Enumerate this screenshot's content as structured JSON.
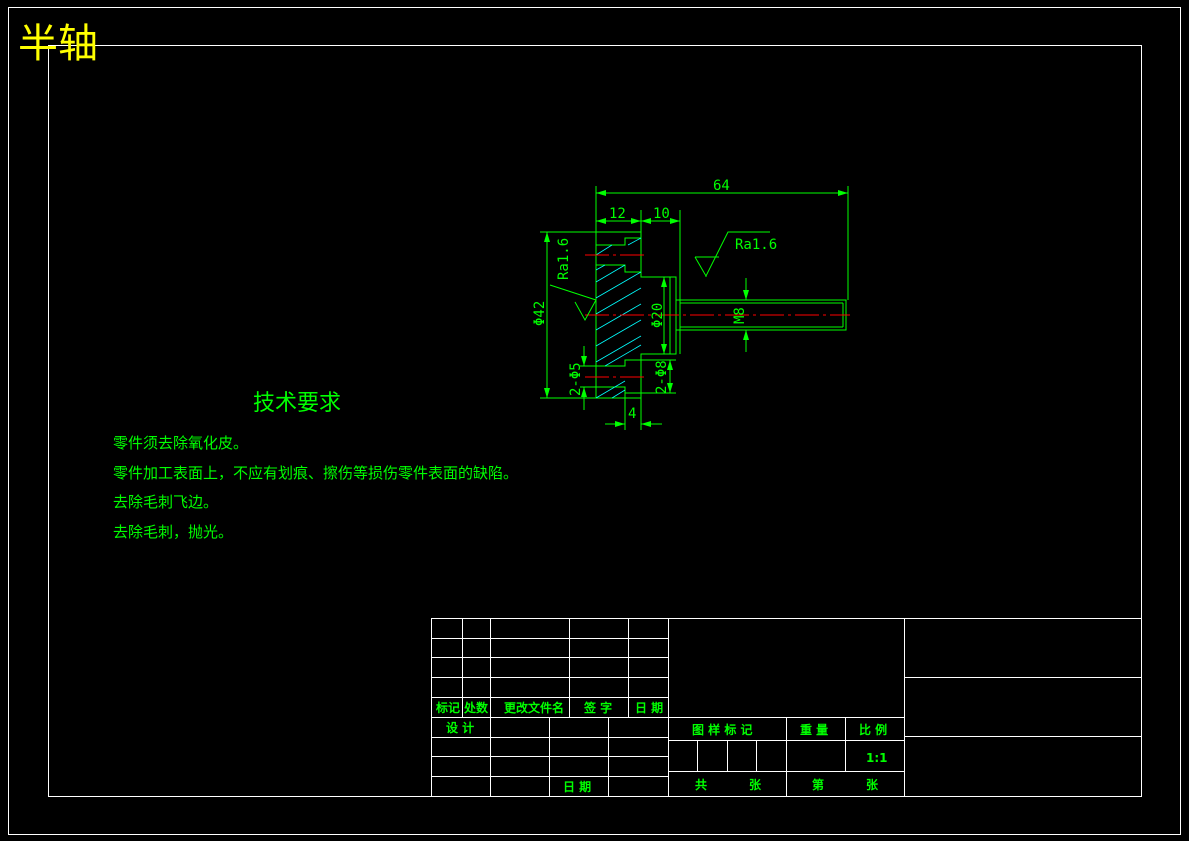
{
  "drawing": {
    "title": "半轴",
    "colors": {
      "background": "#000000",
      "frame": "#ffffff",
      "geometry": "#00ff00",
      "centerline": "#ff0000",
      "hatch": "#00ffff",
      "title": "#ffff00"
    },
    "dimensions": {
      "overall_length": "64",
      "flange_width": "12",
      "step_width": "10",
      "flange_diameter": "Φ42",
      "shaft_diameter": "Φ20",
      "thread": "M8",
      "hole_small": "2-Φ5",
      "hole_large": "2-Φ8",
      "hole_depth": "4"
    },
    "roughness": [
      {
        "value": "Ra1.6"
      },
      {
        "value": "Ra1.6"
      }
    ]
  },
  "requirements": {
    "heading": "技术要求",
    "items": [
      "零件须去除氧化皮。",
      "零件加工表面上，不应有划痕、擦伤等损伤零件表面的缺陷。",
      "去除毛刺飞边。",
      "去除毛刺，抛光。"
    ]
  },
  "title_block": {
    "mark": "标记",
    "count": "处数",
    "change_doc": "更改文件名",
    "signature": "签 字",
    "date": "日 期",
    "design": "设 计",
    "date2": "日 期",
    "drawing_mark": "图 样 标 记",
    "weight": "重 量",
    "scale_label": "比 例",
    "scale_value": "1:1",
    "total": "共",
    "sheets": "张",
    "sheet_no": "第",
    "sheet_unit": "张"
  }
}
